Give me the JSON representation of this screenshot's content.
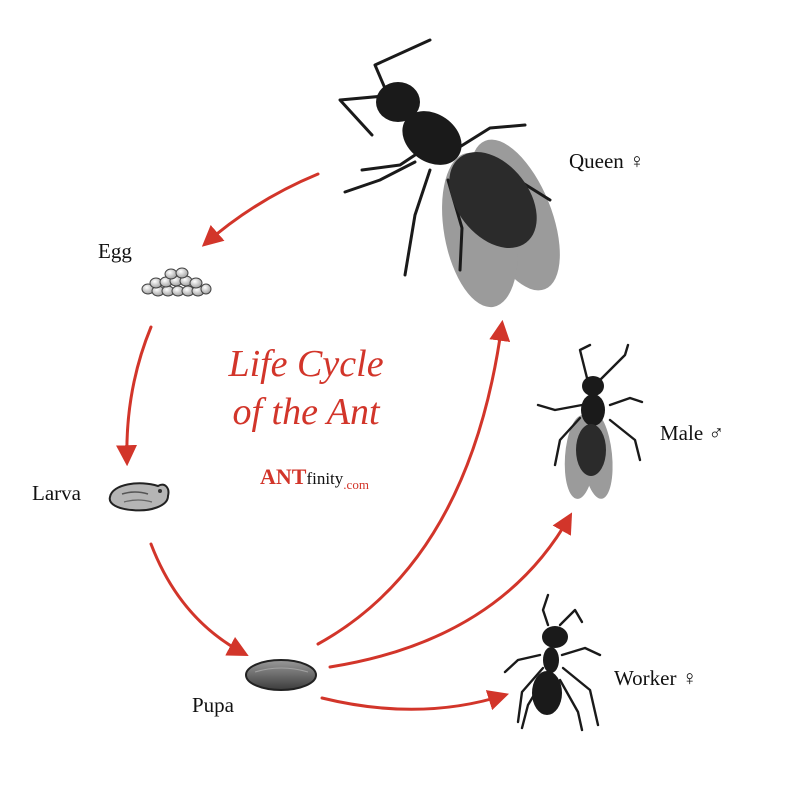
{
  "title": {
    "line1": "Life Cycle",
    "line2": "of the Ant"
  },
  "brand": {
    "part1": "ANT",
    "part2": "finity",
    "part3": ".com"
  },
  "stages": {
    "egg": "Egg",
    "larva": "Larva",
    "pupa": "Pupa",
    "queen": "Queen ♀",
    "male": "Male ♂",
    "worker": "Worker ♀"
  },
  "colors": {
    "accent": "#d2352a",
    "ink": "#111111",
    "insect": "#1a1a1a",
    "wing": "#7a7a7a"
  }
}
